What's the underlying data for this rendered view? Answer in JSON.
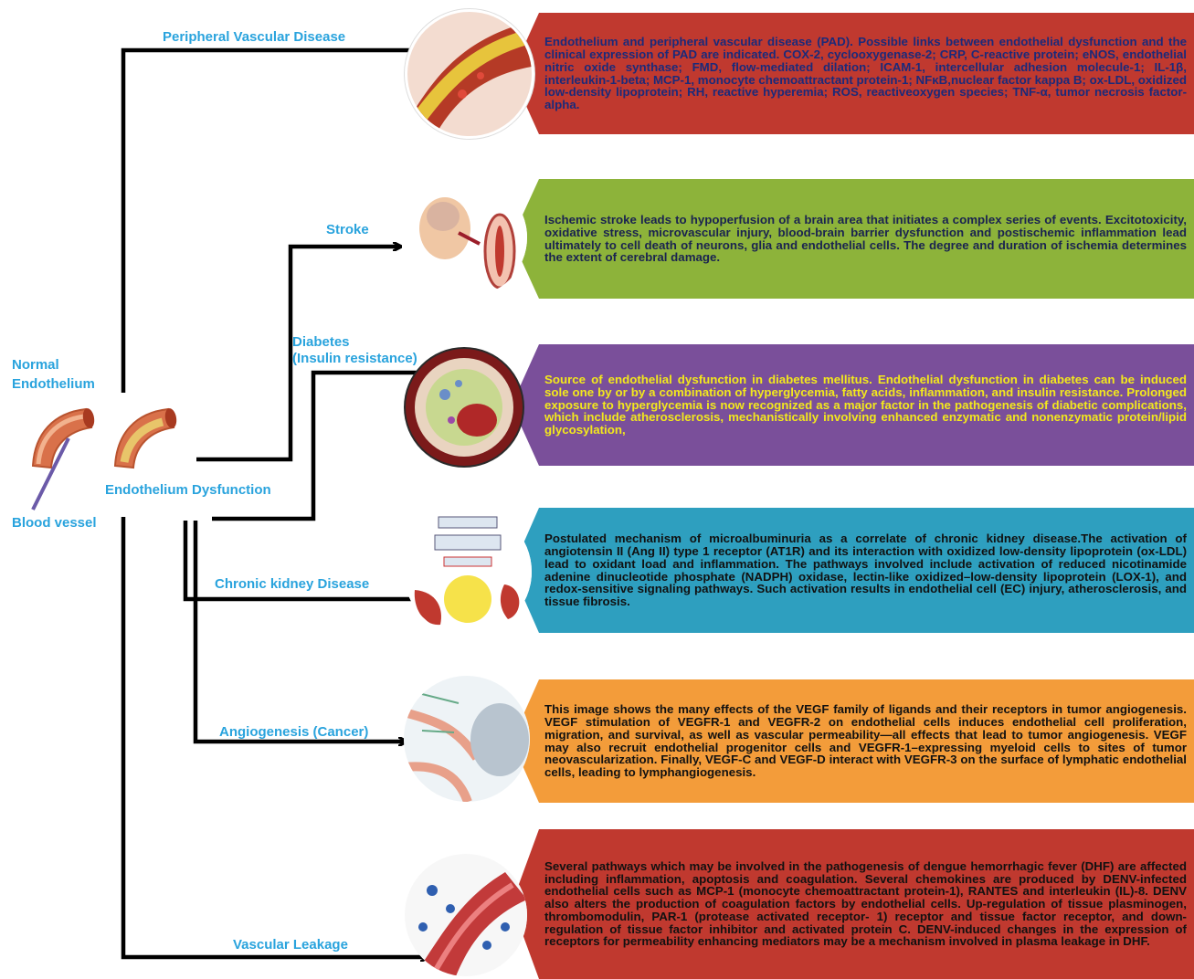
{
  "left": {
    "normal_label": "Normal\nEndothelium",
    "dysfunction_label": "Endothelium Dysfunction",
    "blood_vessel_label": "Blood vessel"
  },
  "branches": [
    {
      "id": "pad",
      "label": "Peripheral Vascular Disease",
      "box_color": "#c0392f",
      "text_color": "#1b2a7a",
      "text": "Endothelium and peripheral vascular disease (PAD). Possible links between endothelial dysfunction and the clinical expression of PAD are indicated. COX-2, cyclooxygenase-2; CRP, C-reactive protein; eNOS, endothelial nitric oxide synthase; FMD, flow-mediated dilation; ICAM-1, intercellular adhesion molecule-1; IL-1β, interleukin-1-beta; MCP-1, monocyte chemoattractant protein-1; NFκB,nuclear factor kappa B; ox-LDL, oxidized low-density lipoprotein; RH, reactive hyperemia; ROS, reactiveoxygen species; TNF-α, tumor necrosis factor-alpha."
    },
    {
      "id": "stroke",
      "label": "Stroke",
      "box_color": "#8db33a",
      "text_color": "#1a2350",
      "text": "Ischemic stroke leads to hypoperfusion of a brain area that initiates a complex series of events. Excitotoxicity, oxidative stress, microvascular injury, blood-brain barrier dysfunction and postischemic inflammation lead ultimately to cell death of neurons, glia and endothelial cells. The degree and duration of ischemia determines the extent of cerebral damage."
    },
    {
      "id": "diabetes",
      "label": "Diabetes\n(Insulin resistance)",
      "box_color": "#7a4f9a",
      "text_color": "#f3e81c",
      "text": "Source of endothelial dysfunction in diabetes mellitus. Endothelial dysfunction in diabetes can be induced sole one by or by a combination of hyperglycemia, fatty acids, inflammation, and insulin resistance. Prolonged exposure to hyperglycemia is now recognized as a major factor in the pathogenesis of diabetic complications, which include atherosclerosis, mechanistically involving enhanced enzymatic and nonenzymatic protein/lipid glycosylation,"
    },
    {
      "id": "ckd",
      "label": "Chronic kidney Disease",
      "box_color": "#2e9fbf",
      "text_color": "#111111",
      "text": "Postulated mechanism of microalbuminuria as a correlate of chronic kidney disease.The activation of angiotensin II (Ang II) type 1 receptor (AT1R) and its interaction with oxidized low-density lipoprotein (ox-LDL) lead to oxidant load and inflammation. The pathways involved include activation of reduced nicotinamide adenine dinucleotide phosphate (NADPH) oxidase, lectin-like oxidized–low-density lipoprotein (LOX-1), and redox-sensitive signaling pathways. Such activation results in endothelial cell (EC) injury, atherosclerosis, and tissue fibrosis."
    },
    {
      "id": "angio",
      "label": "Angiogenesis (Cancer)",
      "box_color": "#f39c3a",
      "text_color": "#111111",
      "text": "This image shows the many effects of the VEGF family of ligands and their receptors in tumor angiogenesis. VEGF stimulation of VEGFR-1 and VEGFR-2 on endothelial cells induces endothelial cell proliferation, migration, and survival, as well as vascular permeability—all effects that lead to tumor angiogenesis. VEGF may also recruit endothelial progenitor cells and VEGFR-1–expressing myeloid cells to sites of tumor neovascularization. Finally, VEGF-C and VEGF-D interact with VEGFR-3 on the surface of lymphatic endothelial cells, leading to lymphangiogenesis."
    },
    {
      "id": "leak",
      "label": "Vascular Leakage",
      "box_color": "#c0392f",
      "text_color": "#111111",
      "text": "Several pathways which may be involved in the pathogenesis of dengue hemorrhagic fever (DHF) are affected including inflammation, apoptosis and coagulation. Several chemokines are produced by DENV-infected endothelial cells such as MCP-1 (monocyte chemoattractant protein-1), RANTES and interleukin (IL)-8. DENV also alters the production of coagulation factors by endothelial cells. Up-regulation of tissue plasminogen, thrombomodulin, PAR-1 (protease activated receptor- 1) receptor and tissue factor receptor, and down-regulation of tissue factor inhibitor and activated protein C. DENV-induced changes in the expression of receptors for permeability enhancing mediators may be a mechanism involved in plasma leakage in DHF."
    }
  ]
}
